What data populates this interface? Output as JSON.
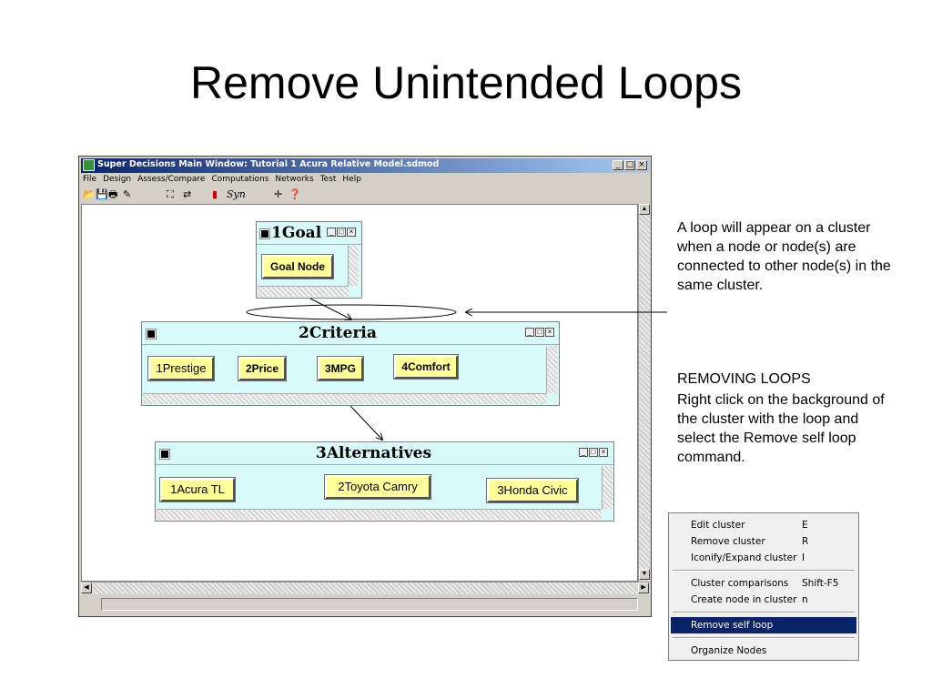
{
  "slide": {
    "title": "Remove Unintended Loops"
  },
  "window": {
    "title": "Super Decisions Main Window: Tutorial 1 Acura Relative Model.sdmod",
    "controls": {
      "minimize": "_",
      "maximize": "□",
      "close": "×"
    },
    "menu": [
      "File",
      "Design",
      "Assess/Compare",
      "Computations",
      "Networks",
      "Test",
      "Help"
    ],
    "toolbar": {
      "syn_label": "Syn"
    }
  },
  "clusters": {
    "goal": {
      "title": "1Goal",
      "nodes": [
        "Goal Node"
      ]
    },
    "criteria": {
      "title": "2Criteria",
      "nodes": [
        "1Prestige",
        "2Price",
        "3MPG",
        "4Comfort"
      ]
    },
    "alternatives": {
      "title": "3Alternatives",
      "nodes": [
        "1Acura TL",
        "2Toyota Camry",
        "3Honda Civic"
      ]
    }
  },
  "notes": {
    "loop_explanation": "A loop will appear on a cluster when a node or node(s) are connected to other node(s) in the same cluster.",
    "removing_heading": "REMOVING LOOPS",
    "removing_body": "Right click on the background of the cluster with the loop and select the Remove self loop command."
  },
  "context_menu": {
    "items": [
      {
        "label": "Edit cluster",
        "key": "E"
      },
      {
        "label": "Remove cluster",
        "key": "R"
      },
      {
        "label": "Iconify/Expand cluster",
        "key": "I"
      },
      {
        "label": "Cluster comparisons",
        "key": "Shift-F5"
      },
      {
        "label": "Create node in cluster",
        "key": "n"
      },
      {
        "label": "Remove self loop",
        "key": ""
      },
      {
        "label": "Organize Nodes",
        "key": ""
      }
    ],
    "selected": "Remove self loop"
  },
  "colors": {
    "cluster_bg": "#d8fafa",
    "node_bg": "#ffff99",
    "titlebar": "#0a246a",
    "menu_highlight": "#0a246a"
  }
}
